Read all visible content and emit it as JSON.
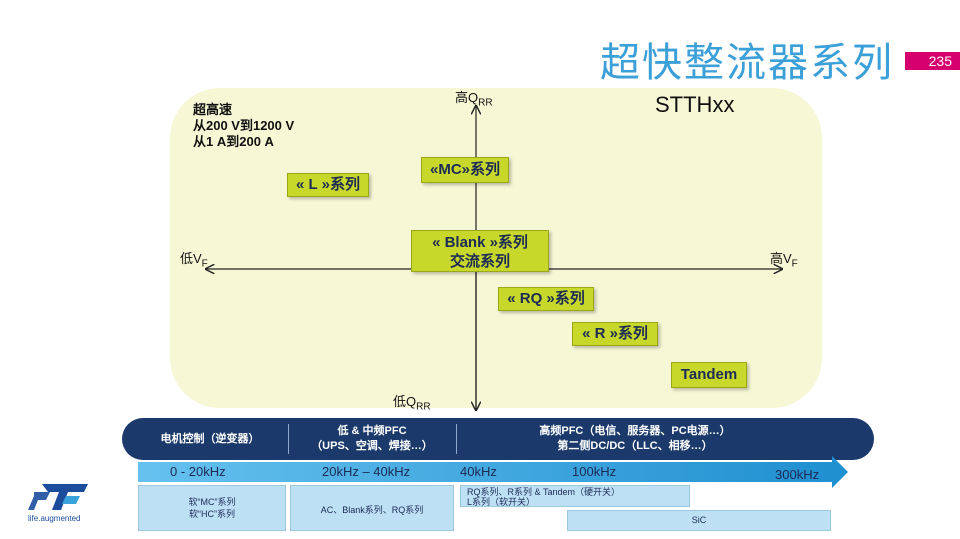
{
  "title": "超快整流器系列",
  "page_number": "235",
  "part_family": "STTHxx",
  "specs": [
    "超高速",
    "从200 V到1200 V",
    "从1 A到200 A"
  ],
  "axes": {
    "top": {
      "main": "高Q",
      "sub": "RR"
    },
    "bottom": {
      "main": "低Q",
      "sub": "RR"
    },
    "left": {
      "main": "低V",
      "sub": "F"
    },
    "right": {
      "main": "高V",
      "sub": "F"
    }
  },
  "series_boxes": {
    "mc": "«MC»系列",
    "l": "« L »系列",
    "blank_line1": "« Blank »系列",
    "blank_line2": "交流系列",
    "rq": "« RQ »系列",
    "r": "« R »系列",
    "tandem": "Tandem"
  },
  "applications": {
    "seg1": "电机控制（逆变器）",
    "seg2_line1": "低 & 中频PFC",
    "seg2_line2": "（UPS、空调、焊接…）",
    "seg3_line1": "高频PFC（电信、服务器、PC电源…）",
    "seg3_line2": "第二侧DC/DC（LLC、相移…）"
  },
  "frequencies": {
    "f1": "0 - 20kHz",
    "f2": "20kHz – 40kHz",
    "f3": "40kHz",
    "f4": "100kHz",
    "f5": "300kHz"
  },
  "products": {
    "col1_line1": "软“MC”系列",
    "col1_line2": "软“HC”系列",
    "col2": "AC、Blank系列、RQ系列",
    "col3_line1": "RQ系列、R系列 & Tandem（硬开关）",
    "col3_line2": "L系列（软开关）",
    "sic": "SiC"
  },
  "logo": {
    "text": "life.augmented"
  },
  "colors": {
    "title": "#3b9fd8",
    "accent": "#d6006f",
    "series_box": "#c8d82a",
    "panel": "#f6f7d5",
    "band": "#1b3a6b",
    "arrow": "#3ba3dc",
    "cell": "#bde0f4"
  }
}
